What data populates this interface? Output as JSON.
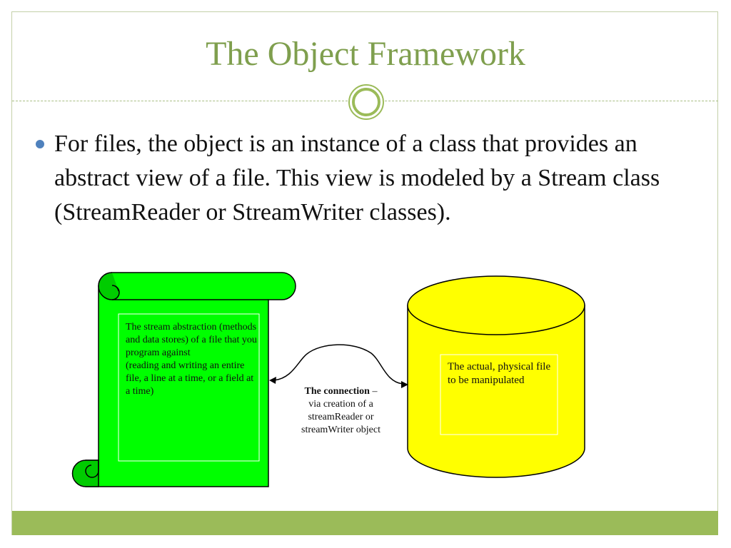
{
  "slide": {
    "title": "The Object Framework",
    "bullet": "For files, the object is an instance of a class that provides an abstract view of a file. This view is modeled by a Stream class (StreamReader or StreamWriter classes)."
  },
  "diagram": {
    "scroll_text": "The stream abstraction (methods and data stores) of a file that you program against\n(reading and writing an entire file, a line at a time, or a field at a time)",
    "cylinder_text": "The actual, physical file to be manipulated",
    "connection_title": "The connection",
    "connection_dash": " –",
    "connection_rest": "via creation of a streamReader or streamWriter object",
    "colors": {
      "scroll_fill": "#00ff00",
      "cylinder_fill": "#ffff00",
      "accent": "#9bbb59",
      "title": "#7f9f4e"
    }
  }
}
